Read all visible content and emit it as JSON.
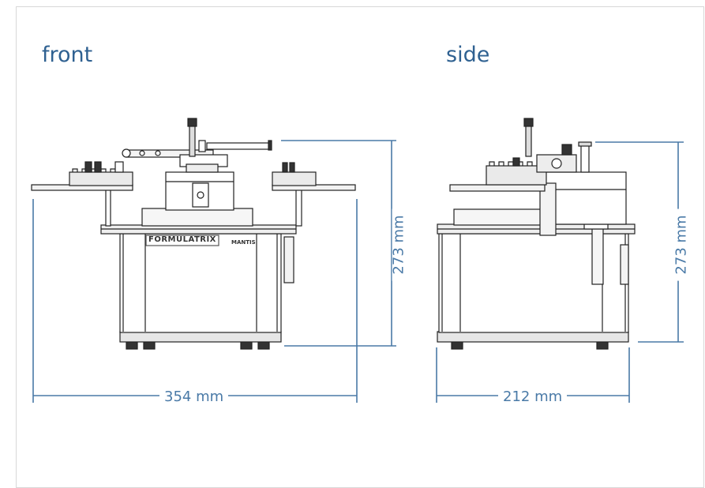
{
  "views": {
    "front": {
      "title": "front",
      "width_label": "354 mm",
      "height_label": "273 mm",
      "brand": "FORMULATRIX",
      "model": "MANTIS"
    },
    "side": {
      "title": "side",
      "width_label": "212 mm",
      "height_label": "273 mm"
    }
  },
  "colors": {
    "accent": "#2f6191",
    "dimension": "#4a7aa7",
    "drawing": "#222222"
  }
}
